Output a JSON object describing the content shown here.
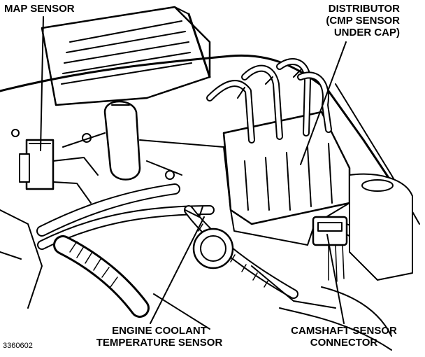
{
  "labels": {
    "map_sensor": "MAP SENSOR",
    "distributor": [
      "DISTRIBUTOR",
      "(CMP SENSOR",
      "UNDER CAP)"
    ],
    "engine_coolant_temp": [
      "ENGINE COOLANT",
      "TEMPERATURE SENSOR"
    ],
    "camshaft_sensor_connector": [
      "CAMSHAFT SENSOR",
      "CONNECTOR"
    ],
    "figure_number": "3360602"
  }
}
